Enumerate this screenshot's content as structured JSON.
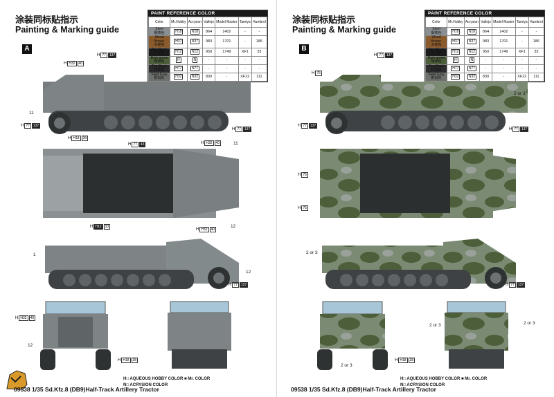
{
  "titles": {
    "cn": "涂装同标贴指示",
    "en": "Painting & Marking guide"
  },
  "pages": [
    {
      "scheme": "A",
      "footer": "09538 1/35 Sd.Kfz.8 (DB9)Half-Track Artillery Tractor"
    },
    {
      "scheme": "B",
      "footer": "09538 1/35 Sd.Kfz.8 (DB9)Half-Track Artillery Tractor"
    }
  ],
  "reference": {
    "header": "PAINT REFERENCE COLOR",
    "columns": [
      "Color",
      "Mr.Hobby",
      "Acrysion",
      "Vallejo",
      "Model Master",
      "Tamiya",
      "Humbrol"
    ],
    "rows": [
      {
        "name": "Steel",
        "name_cn": "钢铁色",
        "color": "#8a8f94",
        "mr": "H18",
        "acr": "N18",
        "vallejo": "864",
        "mm": "1402",
        "tamiya": "-",
        "humbrol": "-"
      },
      {
        "name": "Wood Brown",
        "name_cn": "木棕色",
        "color": "#8a5a2b",
        "mr": "H37",
        "acr": "N37",
        "vallejo": "983",
        "mm": "1701",
        "tamiya": "-",
        "humbrol": "186"
      },
      {
        "name": "Flat Black",
        "name_cn": "消光黑",
        "color": "#1b1b1b",
        "mr": "H12",
        "acr": "N12",
        "vallejo": "950",
        "mm": "1749",
        "tamiya": "XF1",
        "humbrol": "33"
      },
      {
        "name": "Dark green",
        "name_cn": "暗绿色",
        "color": "#4d5e3a",
        "mr": "H",
        "acr": "N",
        "vallejo": "-",
        "mm": "-",
        "tamiya": "-",
        "humbrol": "-"
      },
      {
        "name": "Tire Black",
        "name_cn": "轮胎黑",
        "color": "#2b2b2b",
        "mr": "H77",
        "acr": "N77",
        "vallejo": "-",
        "mm": "-",
        "tamiya": "-",
        "humbrol": "-"
      },
      {
        "name": "Field Gray",
        "name_cn": "野战灰",
        "color": "#6c716d",
        "mr": "H32",
        "acr": "N32",
        "vallejo": "830",
        "mm": "-",
        "tamiya": "XF22",
        "humbrol": "111"
      }
    ]
  },
  "legend": {
    "line1": "H□ AQUEOUS HOBBY COLOR",
    "line1b": "■ Mr. COLOR",
    "line2": "N□ ACRYSION COLOR"
  },
  "callout_text": {
    "h32_40": "40",
    "h77": "77",
    "h137": "137",
    "h32_33": "33",
    "h18_28": "28",
    "h77_43": "43",
    "h12_33": "33",
    "h28": "28",
    "n11": "11",
    "n12": "12",
    "n1": "1",
    "n2or3": "2 or 3",
    "h75": "75"
  }
}
